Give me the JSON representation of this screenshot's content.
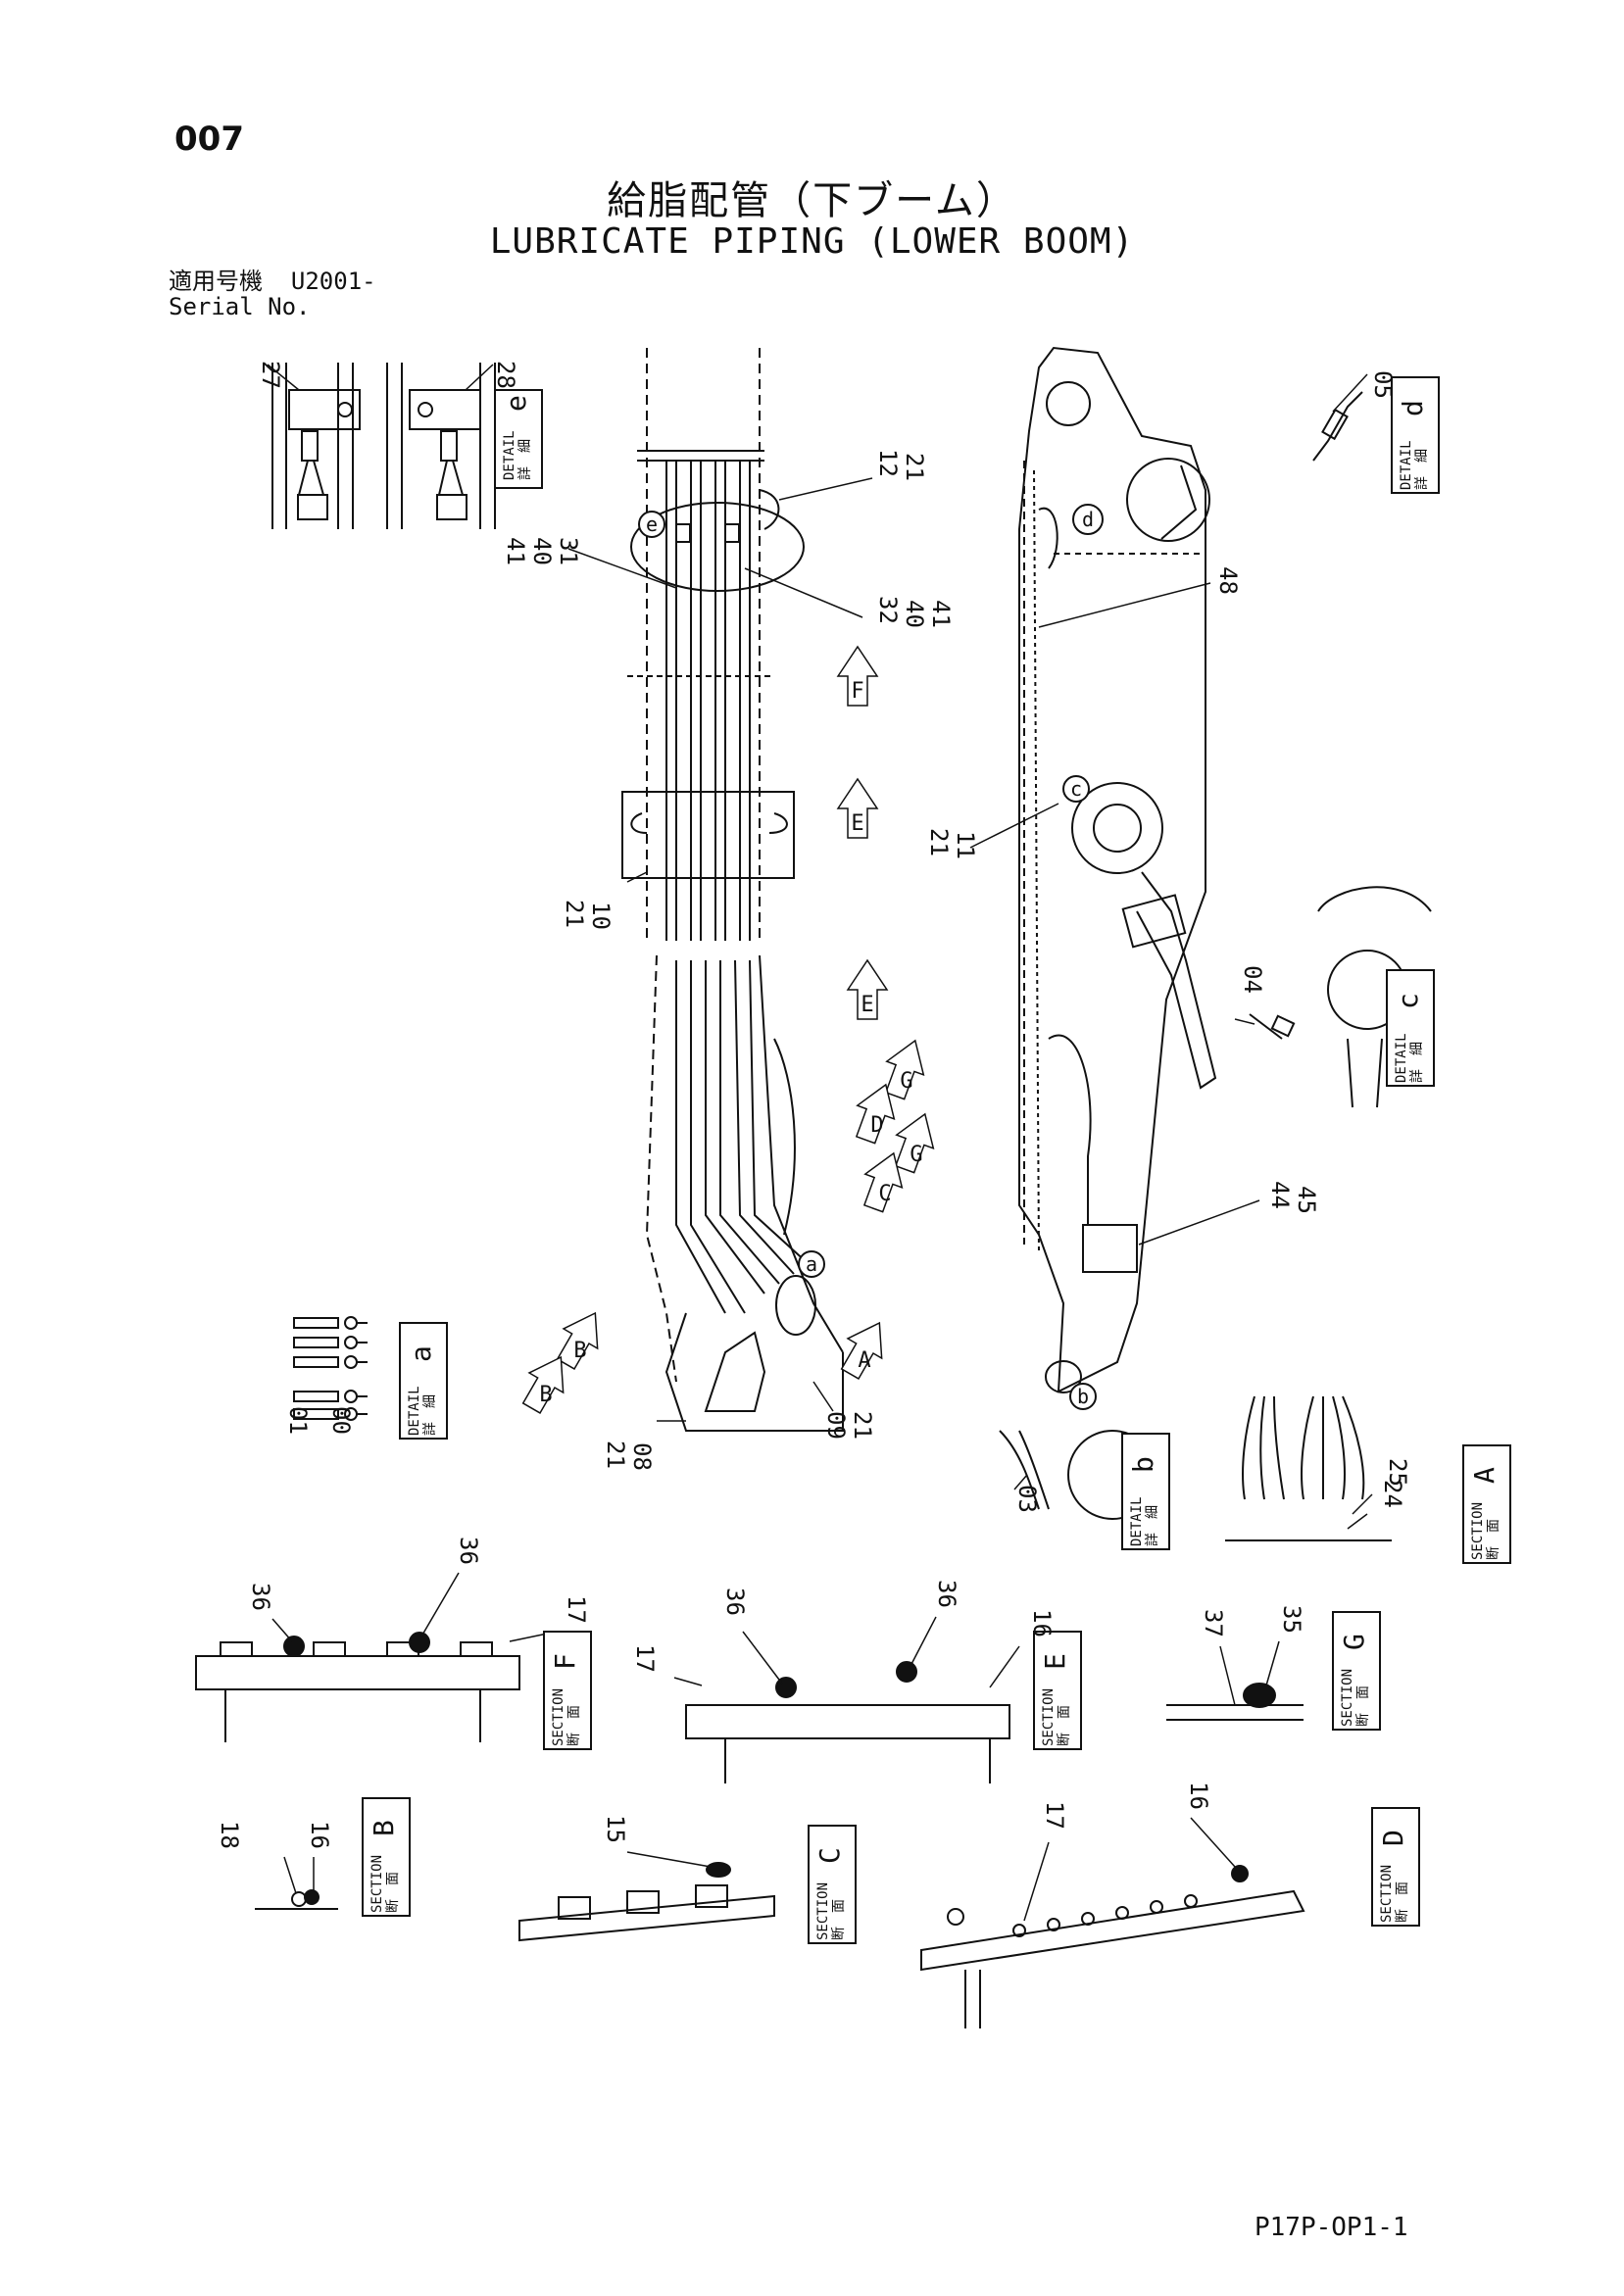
{
  "page_number": "007",
  "title_jp": "給脂配管（下ブーム）",
  "title_en": "LUBRICATE PIPING (LOWER BOOM)",
  "serial": {
    "label_jp": "適用号機",
    "value": "U2001-",
    "label_en": "Serial No."
  },
  "doc_code": "P17P-OP1-1",
  "detail_boxes": [
    {
      "id": "e",
      "jp": "詳　細",
      "en": "DETAIL",
      "letter": "e"
    },
    {
      "id": "d",
      "jp": "詳　細",
      "en": "DETAIL",
      "letter": "d"
    },
    {
      "id": "c",
      "jp": "詳　細",
      "en": "DETAIL",
      "letter": "c"
    },
    {
      "id": "a",
      "jp": "詳　細",
      "en": "DETAIL",
      "letter": "a"
    },
    {
      "id": "b",
      "jp": "詳　細",
      "en": "DETAIL",
      "letter": "b"
    }
  ],
  "section_boxes": [
    {
      "id": "A",
      "jp": "断　面",
      "en": "SECTION",
      "letter": "A"
    },
    {
      "id": "F",
      "jp": "断　面",
      "en": "SECTION",
      "letter": "F"
    },
    {
      "id": "E",
      "jp": "断　面",
      "en": "SECTION",
      "letter": "E"
    },
    {
      "id": "G",
      "jp": "断　面",
      "en": "SECTION",
      "letter": "G"
    },
    {
      "id": "B",
      "jp": "断　面",
      "en": "SECTION",
      "letter": "B"
    },
    {
      "id": "C",
      "jp": "断　面",
      "en": "SECTION",
      "letter": "C"
    },
    {
      "id": "D",
      "jp": "断　面",
      "en": "SECTION",
      "letter": "D"
    }
  ],
  "view_arrows": [
    "F",
    "E",
    "E",
    "G",
    "D",
    "G",
    "C",
    "B",
    "B",
    "A"
  ],
  "detail_callouts": [
    "e",
    "d",
    "c",
    "a",
    "b"
  ],
  "part_numbers": {
    "p27": "27",
    "p28": "28",
    "p05": "05",
    "p12": "12",
    "p21a": "21",
    "p41a": "41",
    "p40a": "40",
    "p31": "31",
    "p32": "32",
    "p40b": "40",
    "p41b": "41",
    "p48": "48",
    "p21b": "21",
    "p11": "11",
    "p21c": "21",
    "p10": "10",
    "p04": "04",
    "p44": "44",
    "p45": "45",
    "p01": "01",
    "p00": "00",
    "p21d": "21",
    "p08": "08",
    "p09": "09",
    "p21e": "21",
    "p25": "25",
    "p24": "24",
    "p03": "03",
    "p36a": "36",
    "p36b": "36",
    "p17a": "17",
    "p36c": "36",
    "p36d": "36",
    "p16a": "16",
    "p17b": "17",
    "p37": "37",
    "p35": "35",
    "p18": "18",
    "p16b": "16",
    "p15": "15",
    "p17c": "17",
    "p16c": "16"
  }
}
